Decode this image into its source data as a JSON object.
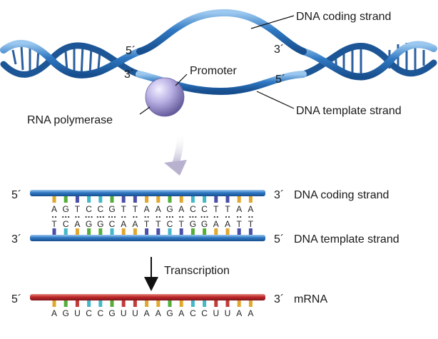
{
  "top": {
    "coding_strand_label": "DNA coding strand",
    "template_strand_label": "DNA template strand",
    "promoter_label": "Promoter",
    "polymerase_label": "RNA polymerase",
    "coding_5": "5´",
    "coding_3": "3´",
    "template_3": "3´",
    "template_5": "5´"
  },
  "middle": {
    "coding_left_end": "5´",
    "coding_right_end": "3´",
    "coding_label": "DNA coding strand",
    "template_left_end": "3´",
    "template_right_end": "5´",
    "template_label": "DNA template strand",
    "coding_sequence": [
      "A",
      "G",
      "T",
      "C",
      "C",
      "G",
      "T",
      "T",
      "A",
      "A",
      "G",
      "A",
      "C",
      "C",
      "T",
      "T",
      "A",
      "A"
    ],
    "template_sequence": [
      "T",
      "C",
      "A",
      "G",
      "G",
      "C",
      "A",
      "A",
      "T",
      "T",
      "C",
      "T",
      "G",
      "G",
      "A",
      "A",
      "T",
      "T"
    ]
  },
  "transcription_label": "Transcription",
  "bottom": {
    "left_end": "5´",
    "right_end": "3´",
    "label": "mRNA",
    "sequence": [
      "A",
      "G",
      "U",
      "C",
      "C",
      "G",
      "U",
      "U",
      "A",
      "A",
      "G",
      "A",
      "C",
      "C",
      "U",
      "U",
      "A",
      "A"
    ]
  },
  "colors": {
    "dna_strand": "#2a6fb8",
    "dna_strand_light": "#7fb4e6",
    "mrna_strand": "#c0282b",
    "A": "#e0a82e",
    "T": "#4b4fa8",
    "U": "#c23b3b",
    "G": "#55ad3a",
    "C": "#43b8c9",
    "polymerase": "#b7aede"
  }
}
